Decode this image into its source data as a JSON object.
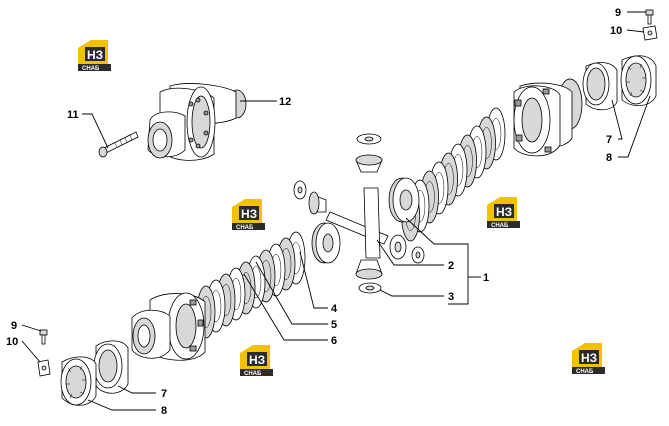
{
  "logos": [
    {
      "id": "logo-top-left",
      "mark": "НЗ",
      "sub": "СНАБ"
    },
    {
      "id": "logo-center",
      "mark": "НЗ",
      "sub": "СНАБ"
    },
    {
      "id": "logo-right-mid",
      "mark": "НЗ",
      "sub": "СНАБ"
    },
    {
      "id": "logo-bottom-center",
      "mark": "НЗ",
      "sub": "СНАБ"
    },
    {
      "id": "logo-bottom-right",
      "mark": "НЗ",
      "sub": "СНАБ"
    }
  ],
  "callouts": {
    "c1": "1",
    "c2": "2",
    "c3": "3",
    "c4": "4",
    "c5": "5",
    "c6": "6",
    "c7_right": "7",
    "c8_right": "8",
    "c9_right": "9",
    "c10_right": "10",
    "c7_left": "7",
    "c8_left": "8",
    "c9_left": "9",
    "c10_left": "10",
    "c11": "11",
    "c12": "12"
  },
  "colors": {
    "logo_yellow": "#f2c200",
    "logo_dark": "#2b2b2b"
  }
}
